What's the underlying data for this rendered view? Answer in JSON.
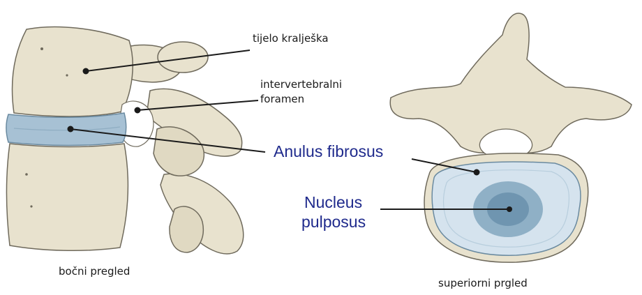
{
  "labels": {
    "vertebral_body": "tijelo kralješka",
    "foramen_line1": "intervertebralni",
    "foramen_line2": "foramen",
    "anulus": "Anulus fibrosus",
    "nucleus_line1": "Nucleus",
    "nucleus_line2": "pulposus",
    "lateral_view": "bočni pregled",
    "superior_view": "superiorni prgled"
  },
  "colors": {
    "bone_fill": "#e8e2ce",
    "bone_stroke": "#6f6a5c",
    "disc_fill": "#a7c1d4",
    "disc_light": "#d5e3ee",
    "nucleus_fill": "#6f95b0",
    "label_blue": "#1f2a8c",
    "leader_line": "#1a1a1a"
  }
}
